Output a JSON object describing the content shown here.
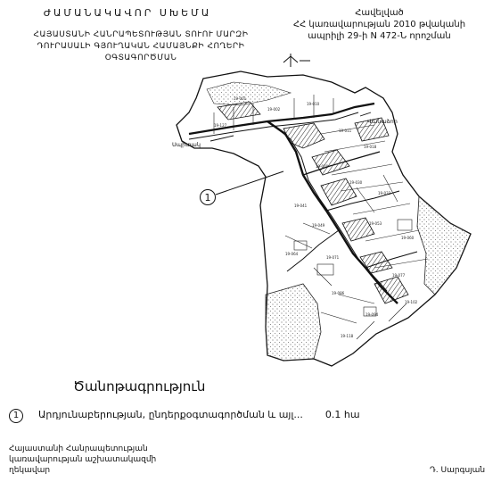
{
  "header": {
    "title": "ԺԱՄԱՆԱԿԱՎՈՐ ՍԽԵՄԱ",
    "subtitle_lines": [
      "ՀԱՅԱՍՏԱՆԻ ՀԱՆՐԱՊԵՏՈՒԹՅԱՆ ՏՈՒՈՒ ՄԱՐԶԻ",
      "ԴՈՒՐԱՍԱԼԻ ԳՅՈՒՂԱԿԱՆ ՀԱՄԱՅՆՔԻ ՀՈՂԵՐԻ",
      "ՕԳՏԱԳՈՐԾՄԱՆ"
    ]
  },
  "approval": {
    "lines": [
      "Հավելված",
      "ՀՀ կառավարության 2010 թվականի",
      "ապրիլի 29-ի N 472-Ն որոշման"
    ]
  },
  "map": {
    "place_labels": {
      "east": "Վանաձոր",
      "west": "Սպիտակ"
    },
    "marker_number": "1",
    "parcel_labels": [
      "19-001",
      "19-002",
      "19-010",
      "19-011",
      "19-018",
      "19-020",
      "19-030",
      "19-033",
      "19-041",
      "19-049",
      "19-053",
      "19-060",
      "19-064",
      "19-071",
      "19-077",
      "19-086",
      "19-094",
      "19-102",
      "19-118",
      "19-127"
    ]
  },
  "notes": {
    "title": "Ծանոթագրություն",
    "items": [
      {
        "number": "1",
        "text": "Արդյունաբերության, ընդերքօգտագործման և այլ...",
        "area": "0.1 հա"
      }
    ]
  },
  "footer": {
    "org_lines": [
      "Հայաստանի Հանրապետության",
      "կառավարության աշխատակազմի",
      "ղեկավար"
    ],
    "signatory": "Դ. Սարգսյան"
  },
  "colors": {
    "ink": "#111111",
    "paper": "#ffffff",
    "stipple": "#444444"
  }
}
